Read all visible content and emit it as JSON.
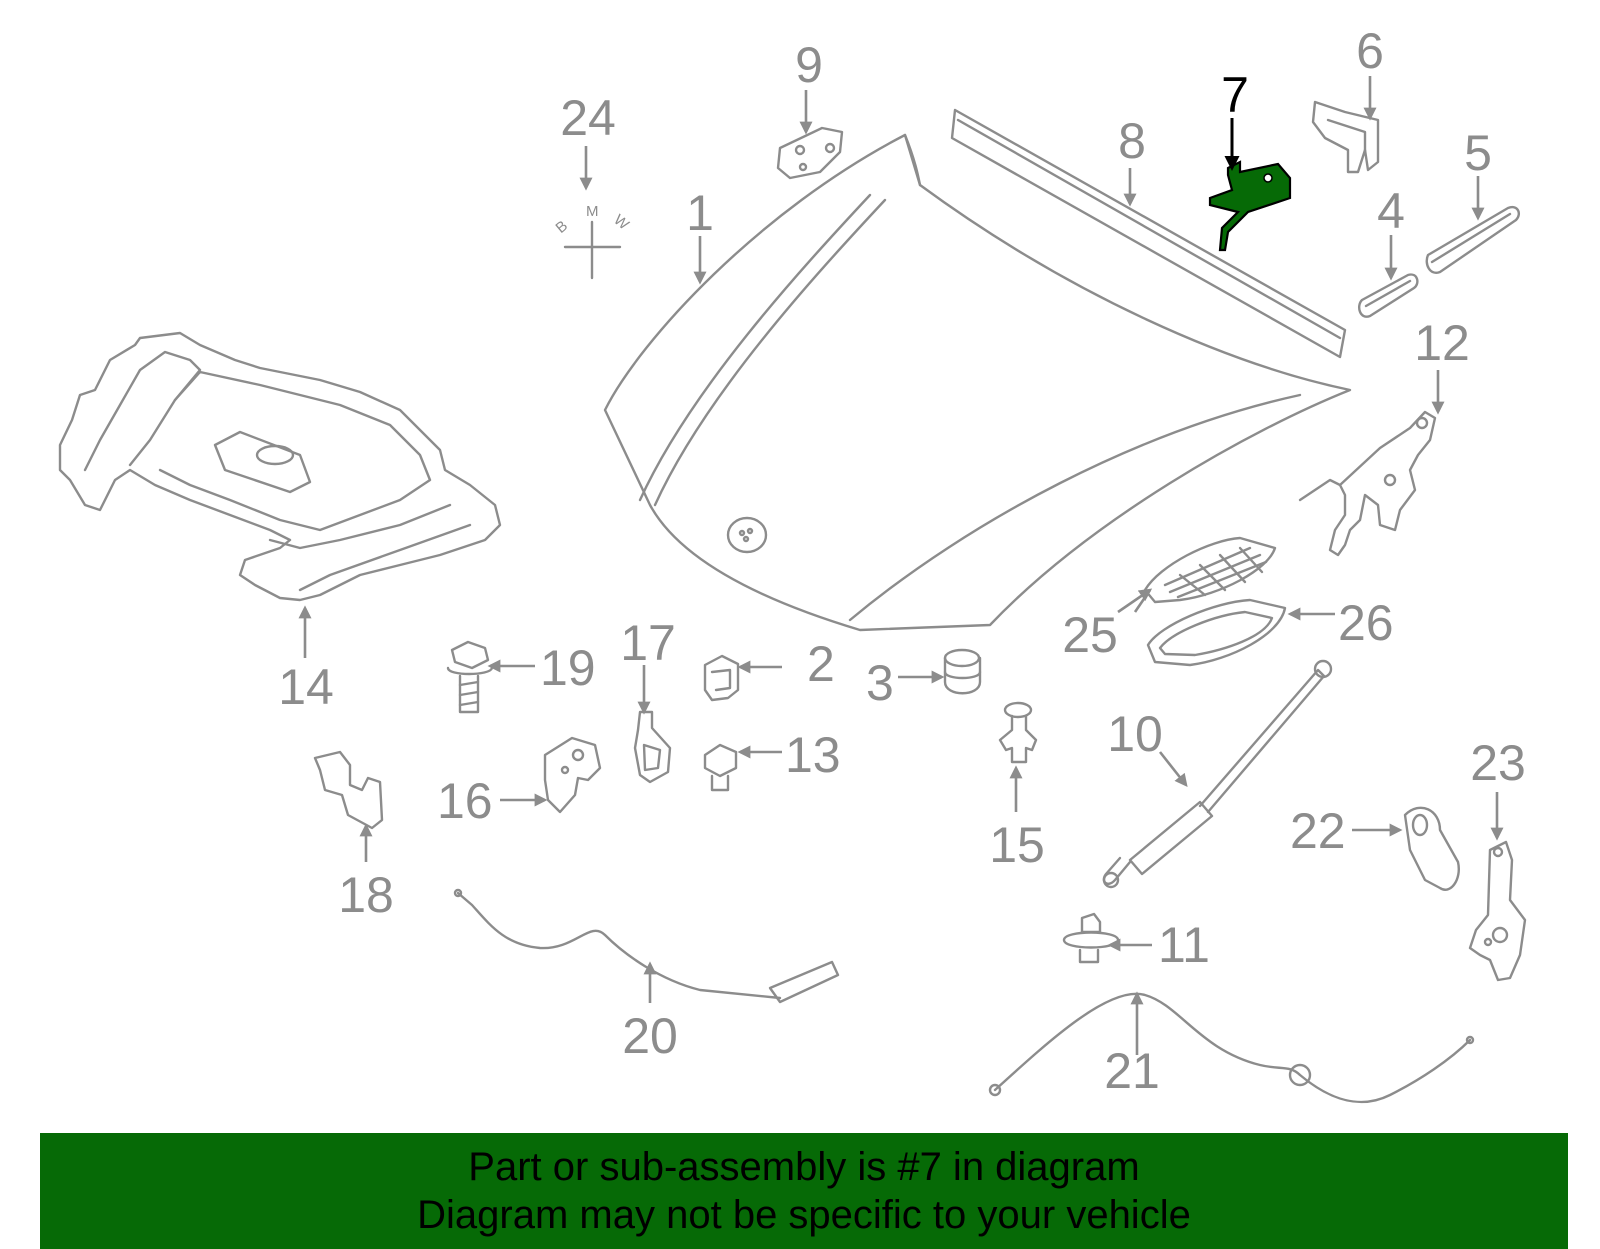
{
  "diagram": {
    "highlight_color": "#066a06",
    "line_color": "#8c8c8c",
    "highlighted_part": "7",
    "callouts": {
      "p1": "1",
      "p2": "2",
      "p3": "3",
      "p4": "4",
      "p5": "5",
      "p6": "6",
      "p7": "7",
      "p8": "8",
      "p9": "9",
      "p10": "10",
      "p11": "11",
      "p12": "12",
      "p13": "13",
      "p14": "14",
      "p15": "15",
      "p16": "16",
      "p17": "17",
      "p18": "18",
      "p19": "19",
      "p20": "20",
      "p21": "21",
      "p22": "22",
      "p23": "23",
      "p24": "24",
      "p25": "25",
      "p26": "26"
    },
    "logo_letters": {
      "b": "B",
      "m": "M",
      "w": "W"
    }
  },
  "banner": {
    "background": "#066a06",
    "line1": "Part or sub-assembly is #7 in diagram",
    "line2": "Diagram may not be specific to your vehicle"
  }
}
